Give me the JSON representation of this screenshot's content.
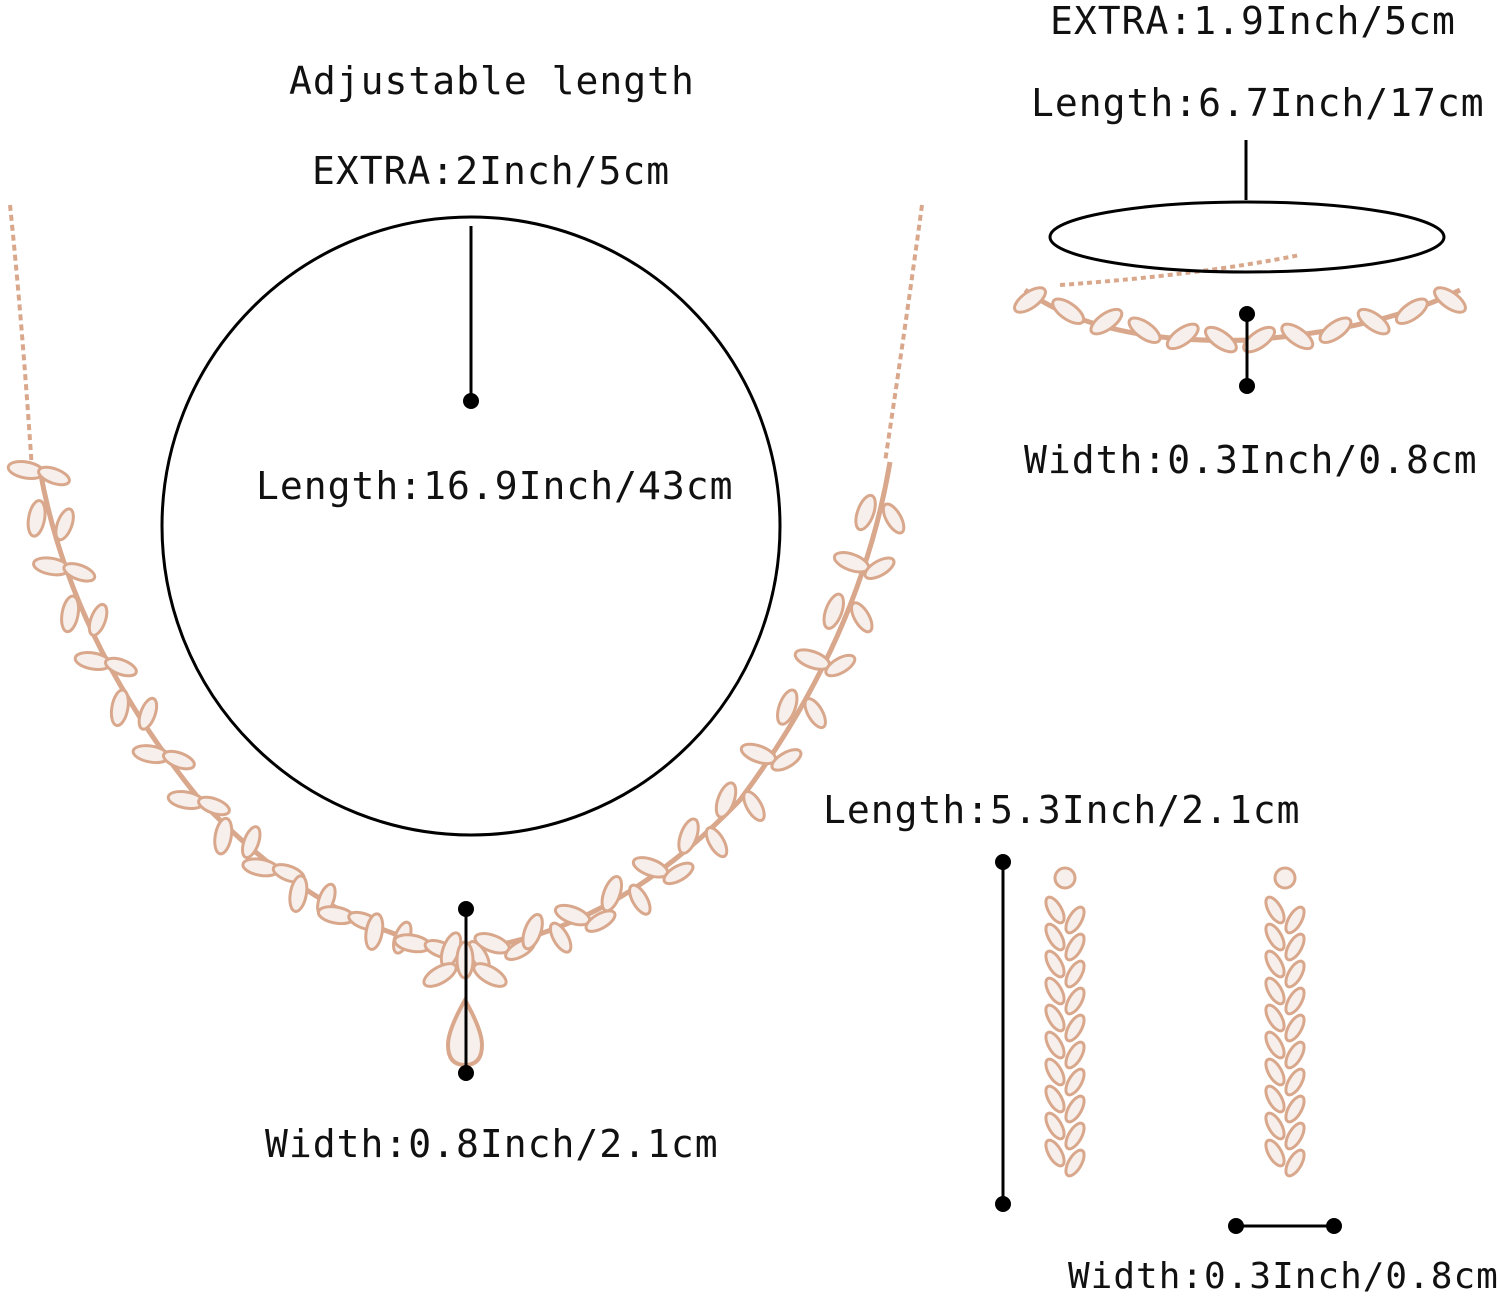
{
  "necklace": {
    "adjustable_label": "Adjustable length",
    "extra_label": "EXTRA:2Inch/5cm",
    "length_label": "Length:16.9Inch/43cm",
    "width_label": "Width:0.8Inch/2.1cm"
  },
  "bracelet": {
    "extra_label": "EXTRA:1.9Inch/5cm",
    "length_label": "Length:6.7Inch/17cm",
    "width_label": "Width:0.3Inch/0.8cm"
  },
  "earrings": {
    "length_label": "Length:5.3Inch/2.1cm",
    "width_label": "Width:0.3Inch/0.8cm"
  },
  "colors": {
    "metal": "#d9a88c",
    "stone": "#f6efec",
    "line": "#000000"
  }
}
